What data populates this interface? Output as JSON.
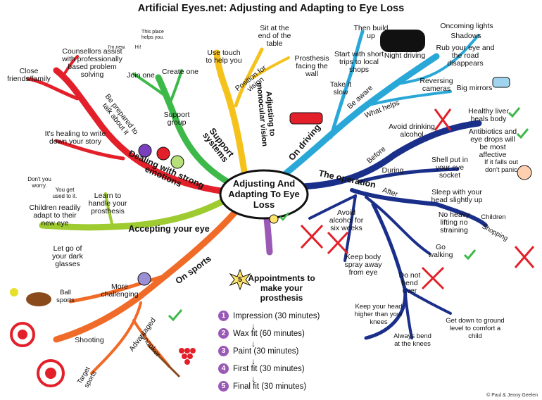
{
  "title": "Artificial Eyes.net: Adjusting and Adapting to Eye Loss",
  "center": "Adjusting And Adapting To Eye Loss",
  "branches": {
    "support": "Support systems",
    "emotions": "Dealing with strong emotions",
    "accept": "Accepting your eye",
    "sports": "On sports",
    "appointments": "Appointments to make your prosthesis",
    "operation": "The operation",
    "driving": "On driving",
    "adjusting": "Adjusting to monocular vision"
  },
  "appointments_badge": "5",
  "labels": {
    "close_friends": "Close friends/family",
    "counsellors": "Counsellors assist with professionally based problem solving",
    "join_one": "Join one",
    "create_one": "Create one",
    "support_group": "Support group",
    "im_new": "I'm new.",
    "hi": "Hi!",
    "this_place": "This place helps you.",
    "prepared_talk": "Be prepared to talk about it",
    "healing_write": "It's healing to write down your story",
    "dont_worry": "Don't you worry.",
    "you_get_used": "You get used to it.",
    "children_adapt": "Children readily adapt to their new eye",
    "learn_handle": "Learn to handle your prosthesis",
    "let_go": "Let go of your dark glasses",
    "use_touch": "Use touch to help you",
    "position_vision": "Position for vision",
    "sit_end": "Sit at the end of the table",
    "prosthesis_wall": "Prosthesis facing the wall",
    "then_build": "Then build up",
    "start_short": "Start with short trips to local shops",
    "take_slow": "Take it slow",
    "night_driving": "Night driving",
    "oncoming": "Oncoming lights",
    "shadows": "Shadows",
    "rub_eye": "Rub your eye and the road disappears",
    "be_aware": "Be aware",
    "what_helps": "What helps",
    "reversing": "Reversing cameras",
    "big_mirrors": "Big mirrors",
    "before": "Before",
    "avoid_drinking": "Avoid drinking alcohol",
    "healthy_liver": "Healthy liver heals body",
    "antibiotics": "Antibiotics and eye drops will be most affective",
    "during": "During",
    "shell_put": "Shell put in your eye socket",
    "if_falls": "If it falls out don't panic",
    "after": "After",
    "sleep_head": "Sleep with your head slightly up",
    "no_heavy": "No heavy lifting no straining",
    "children": "Children",
    "shopping": "Shopping",
    "go_walking": "Go walking",
    "avoid_alcohol_six": "Avoid alcohol for six weeks",
    "keep_spray": "Keep body spray away from eye",
    "do_not_bend": "Do not bend over",
    "keep_head_higher": "Keep your head higher than your knees",
    "always_bend": "Always bend at the knees",
    "get_down": "Get down to ground level to comfort a child",
    "more_challenging": "More challenging",
    "ball_sports": "Ball sports",
    "advantaged": "Advantaged",
    "shooting": "Shooting",
    "snooker": "Snooker",
    "target_sports": "Target sports"
  },
  "steps": [
    {
      "num": "1",
      "text": "Impression (30 minutes)"
    },
    {
      "num": "2",
      "text": "Wax fit (60 minutes)"
    },
    {
      "num": "3",
      "text": "Paint (30 minutes)"
    },
    {
      "num": "4",
      "text": "First fit (30 minutes)"
    },
    {
      "num": "5",
      "text": "Final fit (30 minutes)"
    }
  ],
  "copyright": "© Paul & Jenny Geelen",
  "colors": {
    "red": "#e3202a",
    "green": "#3db94a",
    "yellow": "#f5c21b",
    "cyan": "#29a8d8",
    "navy": "#1a2f8a",
    "lime": "#9ecb2f",
    "orange": "#f06a28",
    "purple": "#9b59b6"
  }
}
